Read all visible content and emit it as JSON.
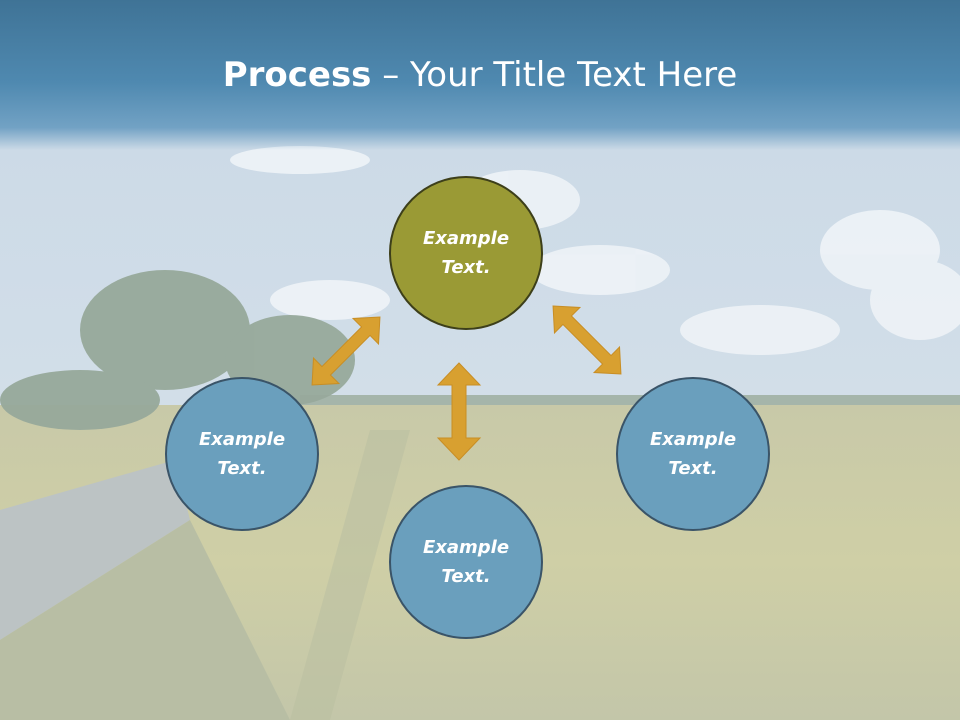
{
  "slide": {
    "title_bold": "Process",
    "title_rest": " – Your Title Text Here"
  },
  "nodes": {
    "top": "Example Text.",
    "left": "Example Text.",
    "right": "Example Text.",
    "bottom": "Example Text."
  },
  "colors": {
    "header": "#4a7fa5",
    "center_node": "#9a9a35",
    "outer_node": "#6a9fbd",
    "arrow": "#d8a030"
  }
}
